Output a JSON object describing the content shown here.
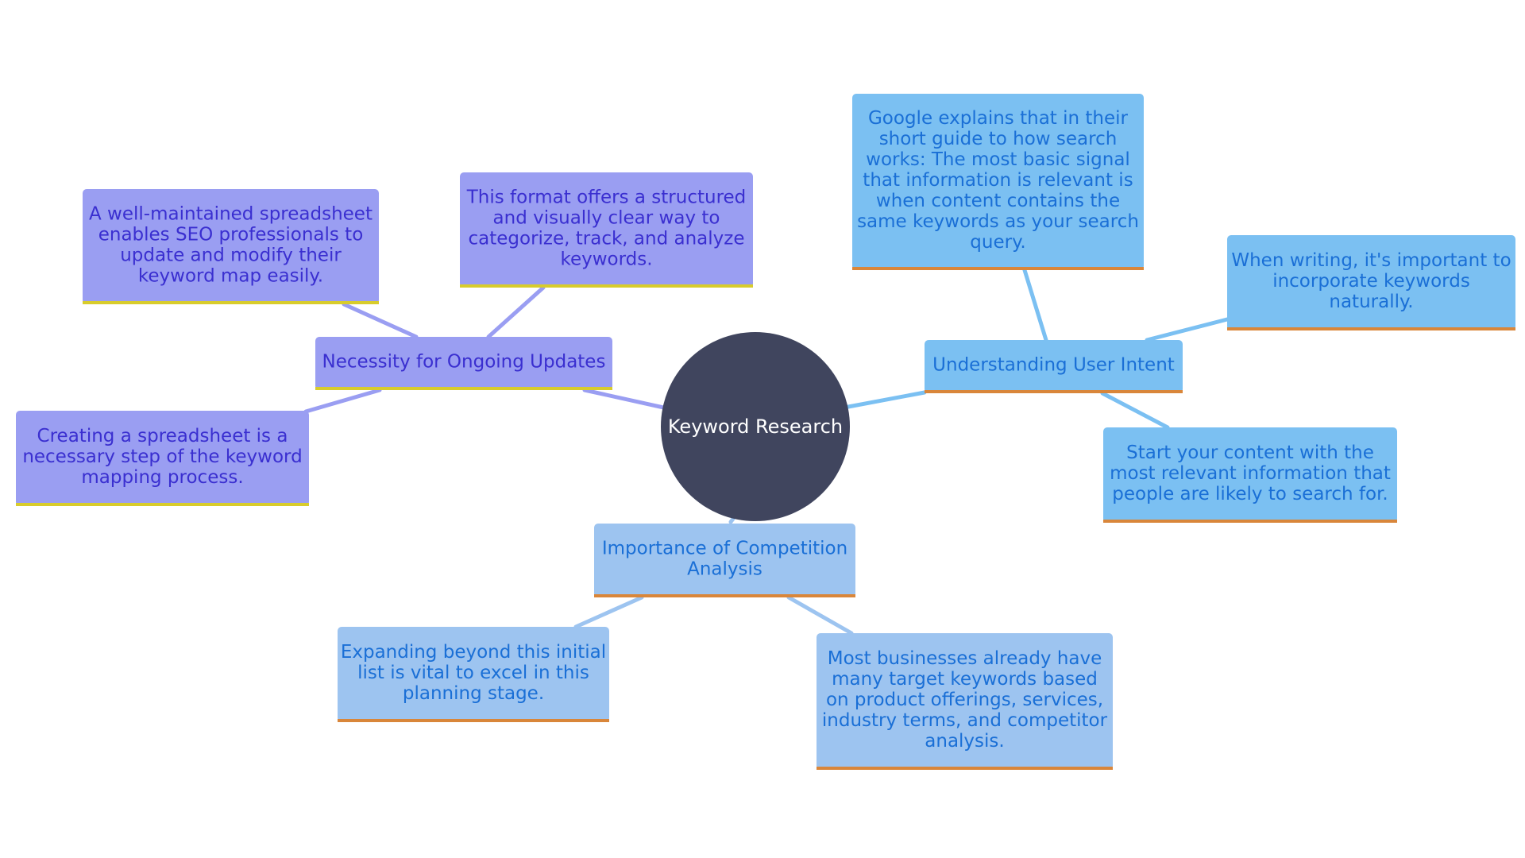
{
  "diagram": {
    "colors": {
      "center_fill": "#40455e",
      "center_text": "#ffffff",
      "purple_fill": "#9a9ef2",
      "purple_text": "#3a2fd0",
      "purple_link": "#9a9ef2",
      "purple_border": "#d8cc2c",
      "blue_fill": "#7bc0f2",
      "blue_text": "#1a6fd6",
      "blue_link": "#7bc0f2",
      "lightblue_fill": "#9dc4f0",
      "lightblue_text": "#1a6fd6",
      "lightblue_link": "#9dc4f0",
      "orange_border": "#d9863a"
    },
    "center": {
      "label": "Keyword Research"
    },
    "branches": [
      {
        "label": [
          "Necessity for Ongoing Updates"
        ],
        "theme": "purple",
        "children": [
          {
            "label": [
              "A well-maintained spreadsheet",
              "enables SEO professionals to",
              "update and modify their",
              "keyword map easily."
            ]
          },
          {
            "label": [
              "This format offers a structured",
              "and visually clear way to",
              "categorize, track, and analyze",
              "keywords."
            ]
          },
          {
            "label": [
              "Creating a spreadsheet is a",
              "necessary step of the keyword",
              "mapping process."
            ]
          }
        ]
      },
      {
        "label": [
          "Understanding User Intent"
        ],
        "theme": "blue",
        "children": [
          {
            "label": [
              "Google explains that in their",
              "short guide to how search",
              "works: The most basic signal",
              "that information is relevant is",
              "when content contains the",
              "same keywords as your search",
              "query."
            ]
          },
          {
            "label": [
              "When writing, it's important to",
              "incorporate keywords",
              "naturally."
            ]
          },
          {
            "label": [
              "Start your content with the",
              "most relevant information that",
              "people are likely to search for."
            ]
          }
        ]
      },
      {
        "label": [
          "Importance of Competition",
          "Analysis"
        ],
        "theme": "lightblue",
        "children": [
          {
            "label": [
              "Expanding beyond this initial",
              "list is vital to excel in this",
              "planning stage."
            ]
          },
          {
            "label": [
              "Most businesses already have",
              "many target keywords based",
              "on product offerings, services,",
              "industry terms, and competitor",
              "analysis."
            ]
          }
        ]
      }
    ]
  }
}
